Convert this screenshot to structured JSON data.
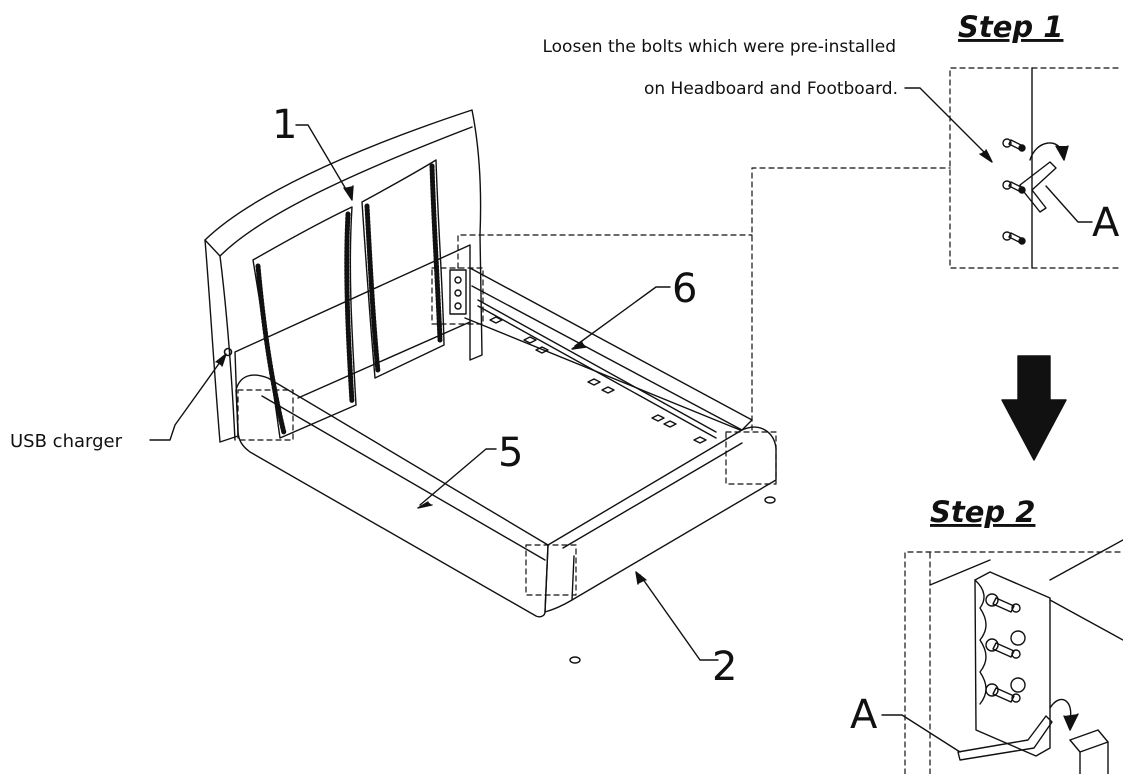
{
  "steps": {
    "step1_title": "Step 1",
    "step2_title": "Step 2"
  },
  "instructions": {
    "line1": "Loosen the bolts which were pre-installed",
    "line2": "on Headboard and Footboard."
  },
  "callouts": {
    "headboard": "1",
    "footboard": "2",
    "side_rail_front": "5",
    "side_rail_back": "6",
    "tool_step1": "A",
    "tool_step2": "A"
  },
  "labels": {
    "usb": "USB charger"
  },
  "icons": {
    "flow_arrow": "arrow-down-icon",
    "rotate": "rotate-arrow-icon"
  },
  "colors": {
    "line": "#111111",
    "background": "#ffffff"
  }
}
